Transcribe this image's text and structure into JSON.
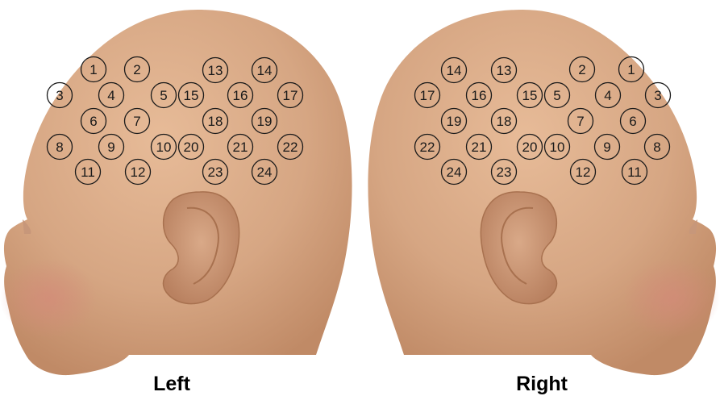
{
  "figure": {
    "left_label": "Left",
    "right_label": "Right",
    "skin_color": "#d7a886",
    "outline_color": "#1a1a1a"
  },
  "left_head": {
    "positions": [
      "1",
      "2",
      "3",
      "4",
      "5",
      "6",
      "7",
      "8",
      "9",
      "10",
      "11",
      "12",
      "13",
      "14",
      "15",
      "16",
      "17",
      "18",
      "19",
      "20",
      "21",
      "22",
      "23",
      "24"
    ]
  },
  "right_head": {
    "positions": [
      "1",
      "2",
      "3",
      "4",
      "5",
      "6",
      "7",
      "8",
      "9",
      "10",
      "11",
      "12",
      "13",
      "14",
      "15",
      "16",
      "17",
      "18",
      "19",
      "20",
      "21",
      "22",
      "23",
      "24"
    ]
  }
}
